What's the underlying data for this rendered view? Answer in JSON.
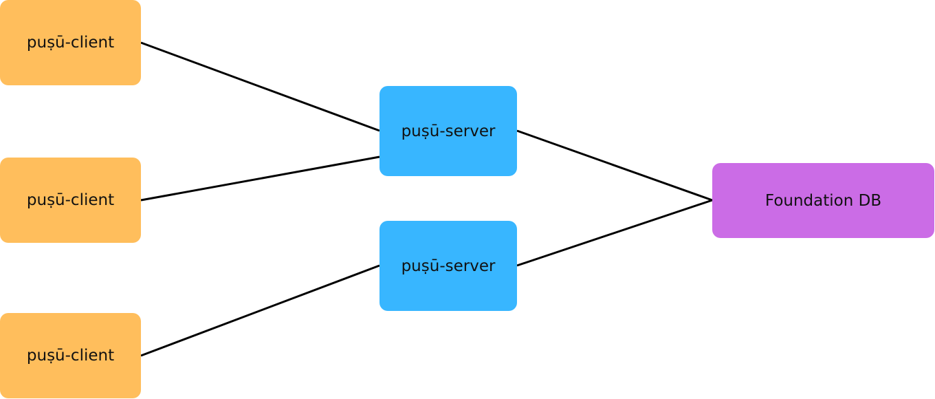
{
  "colors": {
    "client": "#FFBE5C",
    "server": "#38B6FF",
    "database": "#CB6CE6",
    "edge": "#000000"
  },
  "nodes": {
    "client_1": {
      "label": "puṣū-client"
    },
    "client_2": {
      "label": "puṣū-client"
    },
    "client_3": {
      "label": "puṣū-client"
    },
    "server_1": {
      "label": "puṣū-server"
    },
    "server_2": {
      "label": "puṣū-server"
    },
    "database": {
      "label": "Foundation DB"
    }
  },
  "edges": [
    {
      "from": "client_1",
      "to": "server_1"
    },
    {
      "from": "client_2",
      "to": "server_1"
    },
    {
      "from": "client_3",
      "to": "server_2"
    },
    {
      "from": "server_1",
      "to": "database"
    },
    {
      "from": "server_2",
      "to": "database"
    }
  ]
}
